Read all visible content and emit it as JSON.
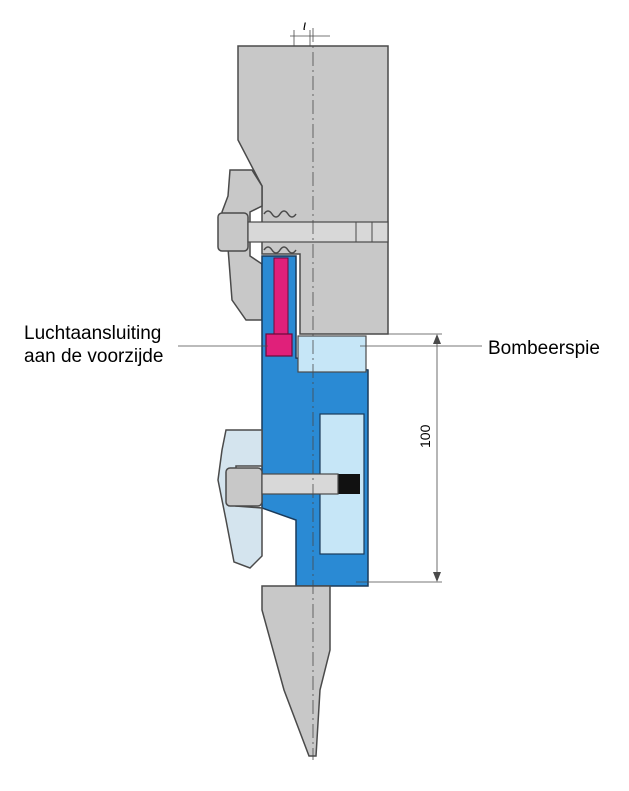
{
  "labels": {
    "air_connection_line1": "Luchtaansluiting",
    "air_connection_line2": "aan de voorzijde",
    "crowning_wedge": "Bombeerspie",
    "dimension_height": "100",
    "offset_mark": "ι"
  },
  "colors": {
    "steel_grey": "#c8c8c8",
    "steel_outline": "#4a4a4a",
    "holder_blue": "#2a8ad4",
    "light_blue": "#c6e6f7",
    "air_magenta": "#e0207a",
    "background": "#ffffff"
  }
}
